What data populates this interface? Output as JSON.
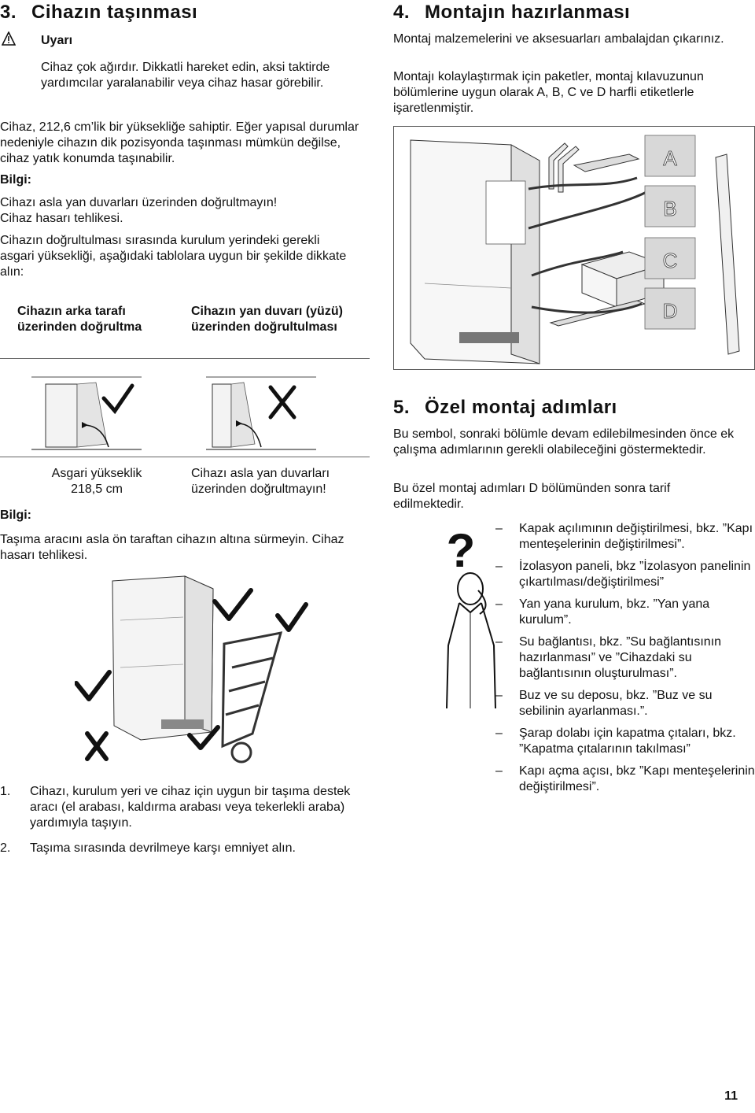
{
  "left": {
    "section3": {
      "num": "3.",
      "title": "Cihazın taşınması"
    },
    "warning": {
      "label": "Uyarı",
      "text": "Cihaz çok ağırdır. Dikkatli hareket edin, aksi taktirde yardımcılar yaralanabilir veya cihaz hasar görebilir."
    },
    "height_text": "Cihaz, 212,6 cm’lik bir yüksekliğe sahiptir. Eğer yapısal durumlar nedeniyle cihazın dik pozisyonda taşınması mümkün değilse, cihaz yatık konumda taşınabilir.",
    "info1": {
      "label": "Bilgi:",
      "lines": [
        "Cihazı asla yan duvarları üzerinden doğrultmayın!",
        "Cihaz hasarı tehlikesi."
      ]
    },
    "upright_text": "Cihazın doğrultulması sırasında kurulum yerindeki gerekli asgari yüksekliği, aşağıdaki tablolara uygun bir şekilde dikkate alın:",
    "table": {
      "col1_header": "Cihazın arka tarafı üzerinden doğrultma",
      "col2_header": "Cihazın yan duvarı (yüzü) üzerinden doğrultulması",
      "col1_caption_line1": "Asgari yükseklik",
      "col1_caption_line2": "218,5 cm",
      "col2_caption": "Cihazı asla yan duvarları üzerinden doğrultmayın!"
    },
    "info2": {
      "label": "Bilgi:",
      "text": "Taşıma aracını asla ön taraftan cihazın altına sürmeyin. Cihaz hasarı tehlikesi."
    },
    "steps": [
      {
        "n": "1.",
        "text": "Cihazı, kurulum yeri ve cihaz için uygun bir taşıma destek aracı (el arabası, kaldırma arabası veya tekerlekli araba) yardımıyla taşıyın."
      },
      {
        "n": "2.",
        "text": "Taşıma sırasında devrilmeye karşı emniyet alın."
      }
    ]
  },
  "right": {
    "section4": {
      "num": "4.",
      "title": "Montajın hazırlanması",
      "p1": "Montaj malzemelerini ve aksesuarları ambalajdan çıkarınız.",
      "p2": "Montajı kolaylaştırmak için paketler, montaj kılavuzunun bölümlerine uygun olarak A, B, C ve D harfli etiketlerle işaretlenmiştir."
    },
    "labels": [
      "A",
      "B",
      "C",
      "D"
    ],
    "section5": {
      "num": "5.",
      "title": "Özel montaj adımları",
      "p1": "Bu sembol, sonraki bölümle devam edilebilmesinden önce ek çalışma adımlarının gerekli olabileceğini göstermektedir.",
      "p2": "Bu özel montaj adımları D bölümünden sonra tarif edilmektedir.",
      "items": [
        "Kapak açılımının değiştirilmesi, bkz. ”Kapı menteşelerinin değiştirilmesi”.",
        "İzolasyon paneli, bkz ”İzolasyon panelinin çıkartılması/değiştirilmesi”",
        "Yan yana kurulum, bkz. ”Yan yana kurulum”.",
        "Su bağlantısı, bkz. ”Su bağlantısının hazırlanması” ve ”Cihazdaki su bağlantısının oluşturulması”.",
        "Buz ve su deposu, bkz. ”Buz ve su sebilinin ayarlanması.”.",
        "Şarap dolabı için kapatma çıtaları, bkz. ”Kapatma çıtalarının takılması”",
        "Kapı açma açısı, bkz ”Kapı menteşelerinin değiştirilmesi”."
      ]
    }
  },
  "page_number": "11"
}
